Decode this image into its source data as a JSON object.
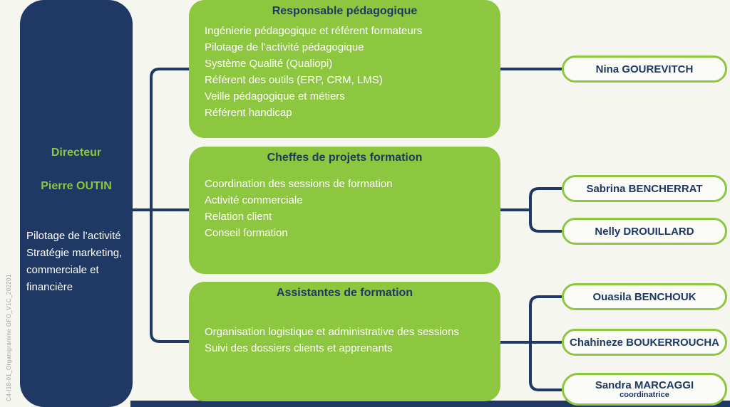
{
  "caption": "C4-I18-01_Organigramme GFO_V1C_202201",
  "colors": {
    "navy": "#1f3864",
    "green": "#8dc63f",
    "background": "#f6f6f1"
  },
  "director": {
    "title": "Directeur",
    "name": "Pierre OUTIN",
    "desc_lines": [
      "Pilotage de l’activité",
      "Stratégie marketing,",
      "commerciale et",
      "financière"
    ]
  },
  "roles": [
    {
      "title": "Responsable pédagogique",
      "items": [
        "Ingénierie pédagogique et référent formateurs",
        "Pilotage de l’activité pédagogique",
        "Système Qualité (Qualiopi)",
        "Référent des outils (ERP, CRM, LMS)",
        "Veille pédagogique et métiers",
        "Référent handicap"
      ],
      "people": [
        {
          "name": "Nina GOUREVITCH"
        }
      ]
    },
    {
      "title": "Cheffes de projets formation",
      "items": [
        "Coordination des sessions de formation",
        "Activité commerciale",
        "Relation client",
        "Conseil formation"
      ],
      "people": [
        {
          "name": "Sabrina BENCHERRAT"
        },
        {
          "name": "Nelly DROUILLARD"
        }
      ]
    },
    {
      "title": "Assistantes de formation",
      "items": [
        "Organisation logistique et administrative des sessions",
        "Suivi des dossiers clients et apprenants"
      ],
      "people": [
        {
          "name": "Ouasila BENCHOUK"
        },
        {
          "name": "Chahineze BOUKERROUCHA"
        },
        {
          "name": "Sandra MARCAGGI",
          "subtitle": "coordinatrice"
        }
      ]
    }
  ]
}
